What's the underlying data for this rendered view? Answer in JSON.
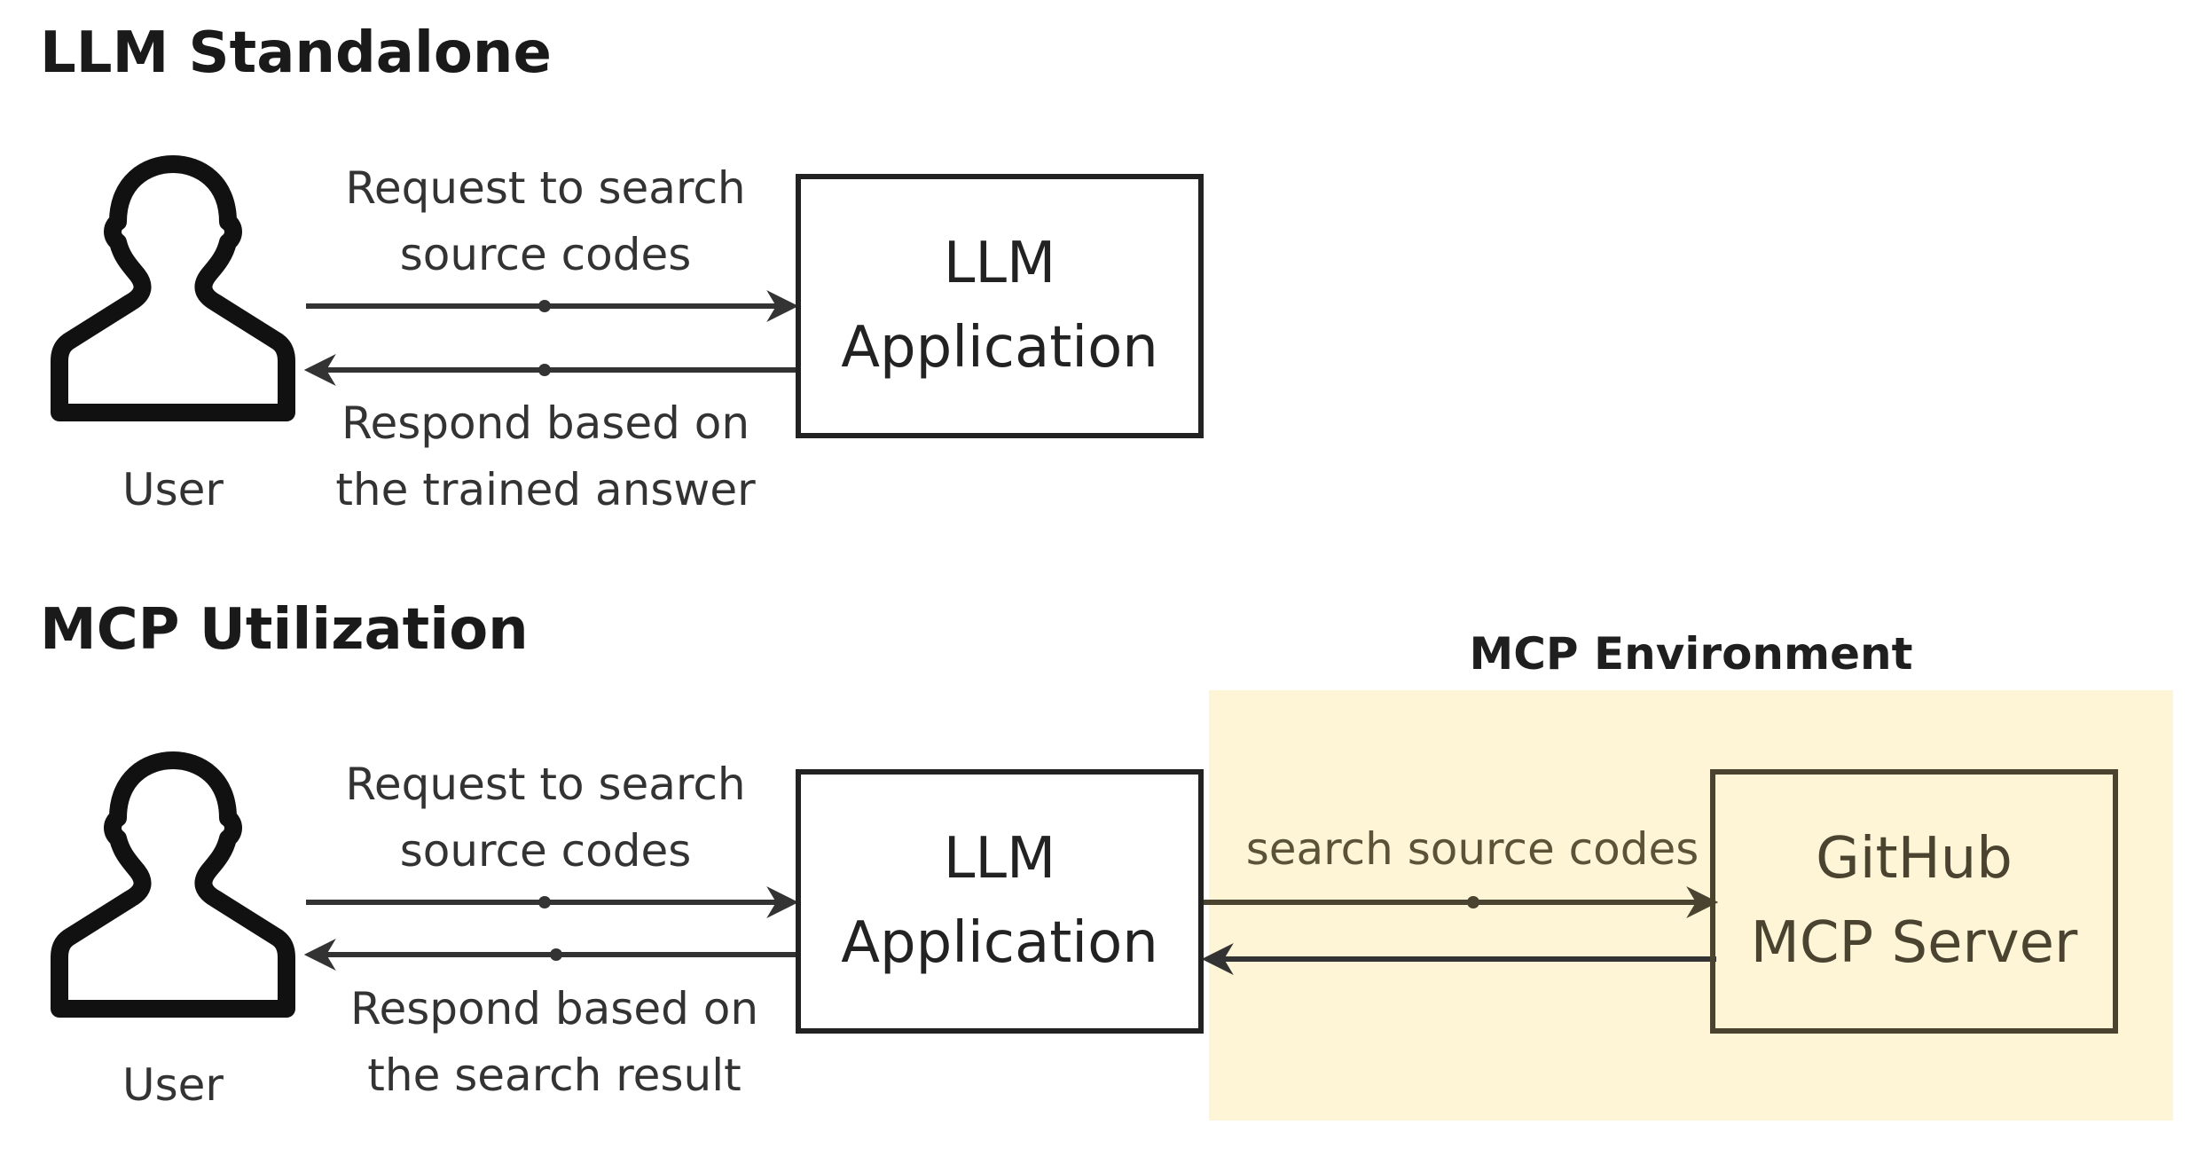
{
  "standalone": {
    "title": "LLM Standalone",
    "user_label": "User",
    "request_label": "Request to search\nsource codes",
    "response_label": "Respond based on\nthe trained answer",
    "llm_box": "LLM\nApplication"
  },
  "mcp": {
    "title": "MCP Utilization",
    "user_label": "User",
    "request_label": "Request to search\nsource codes",
    "response_label": "Respond based on\nthe search result",
    "llm_box": "LLM\nApplication",
    "environment_title": "MCP Environment",
    "tool_call_label": "search source codes",
    "server_box": "GitHub\nMCP Server"
  },
  "colors": {
    "stroke": "#222222",
    "environment_fill": "#fdf5d6",
    "environment_stroke": "#4a4330"
  },
  "icons": [
    "user-icon",
    "user-icon"
  ]
}
